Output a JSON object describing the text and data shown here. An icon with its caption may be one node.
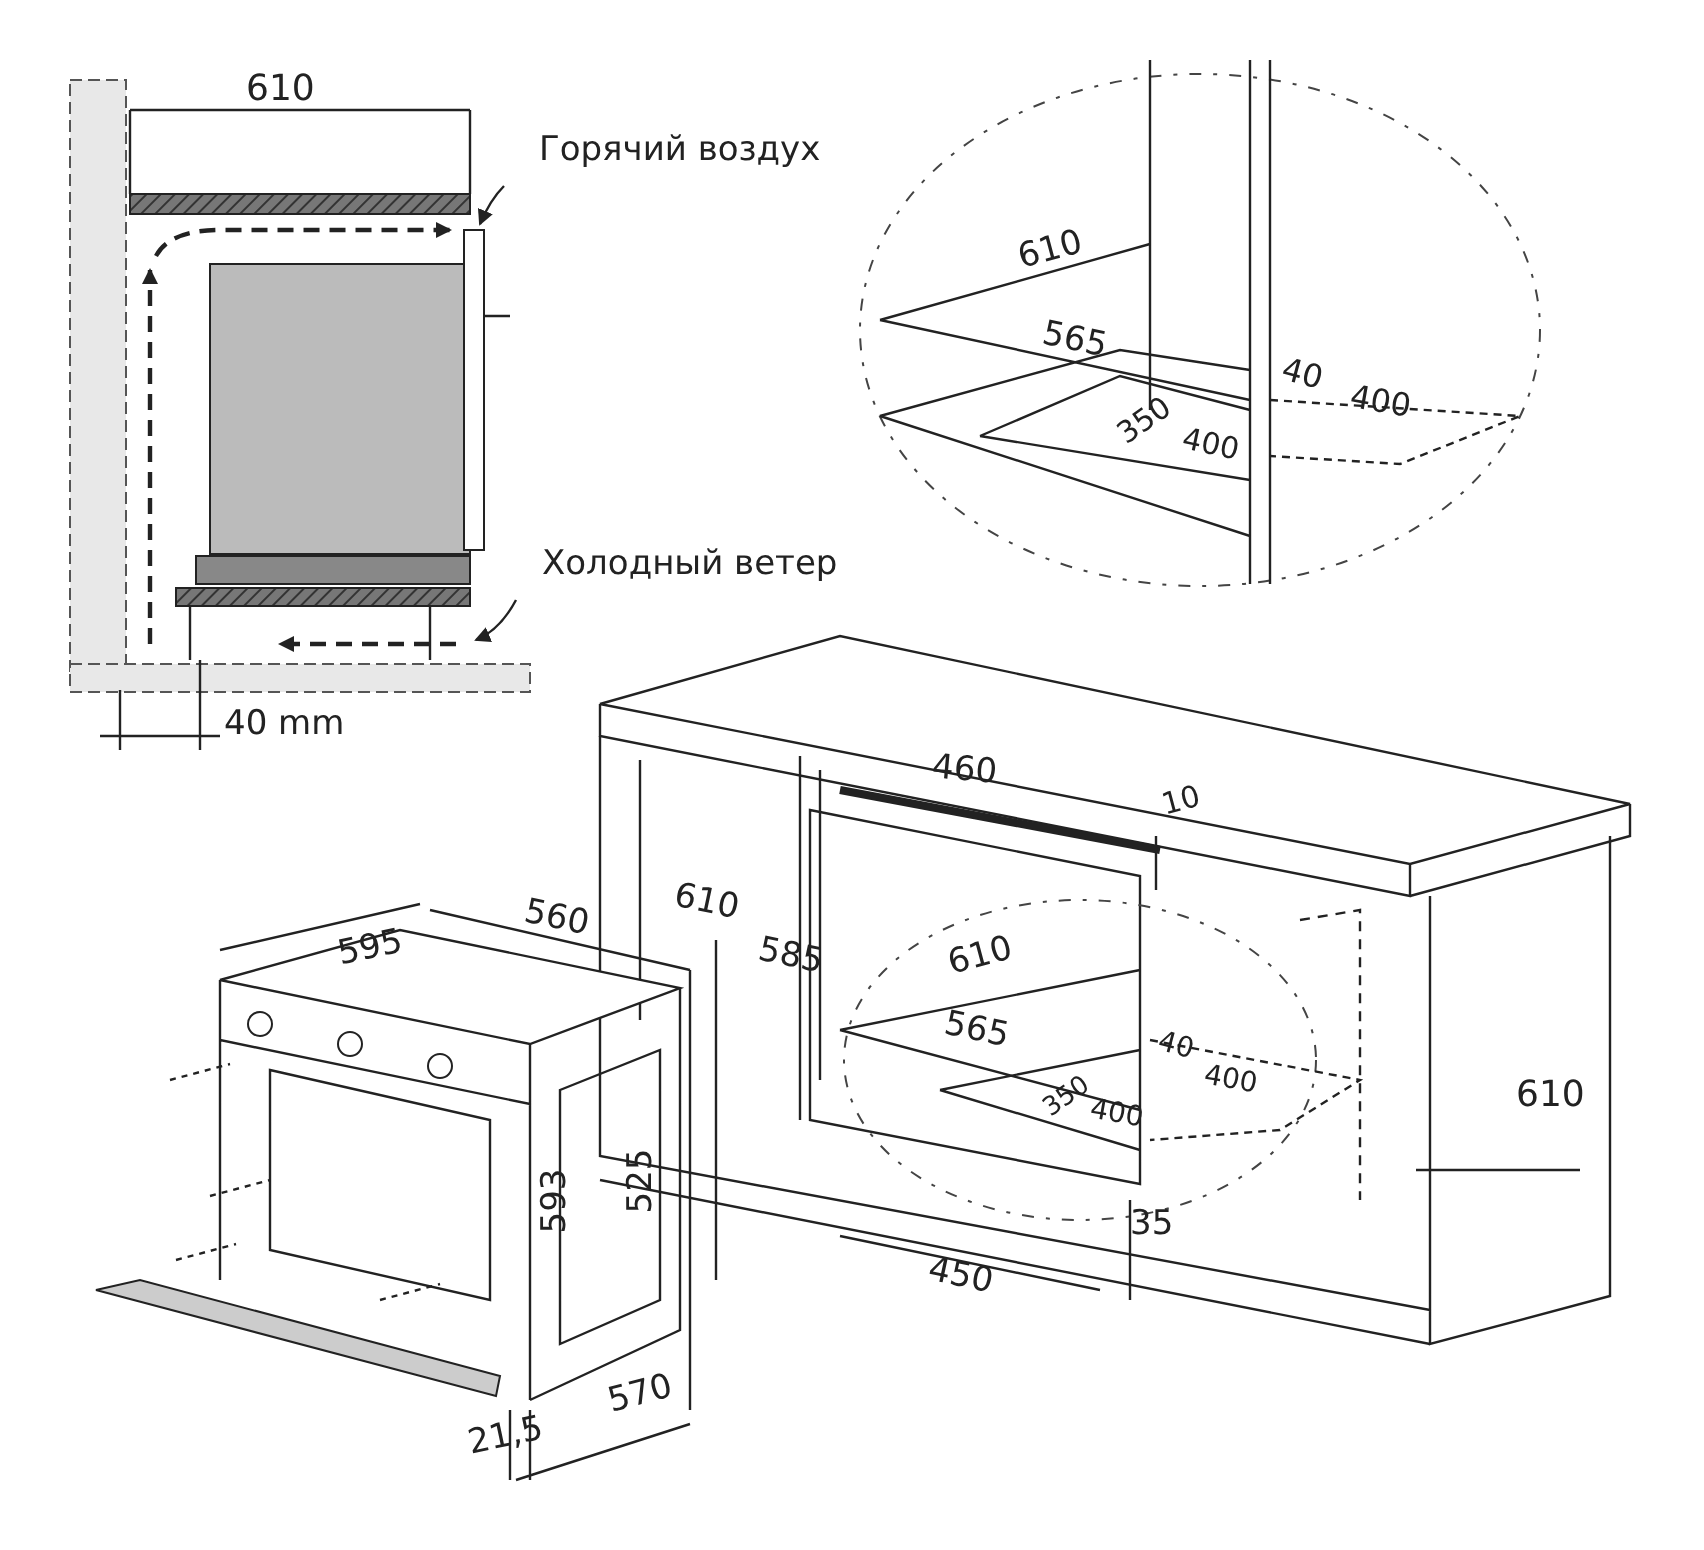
{
  "diagram": {
    "labels": [
      "610",
      "Горячий воздух",
      "610",
      "565",
      "40",
      "400",
      "350",
      "400",
      "Холодный ветер",
      "40 mm",
      "460",
      "10",
      "595",
      "560",
      "610",
      "585",
      "610",
      "565",
      "40",
      "400",
      "350",
      "400",
      "610",
      "593",
      "525",
      "35",
      "450",
      "21,5",
      "570"
    ]
  }
}
